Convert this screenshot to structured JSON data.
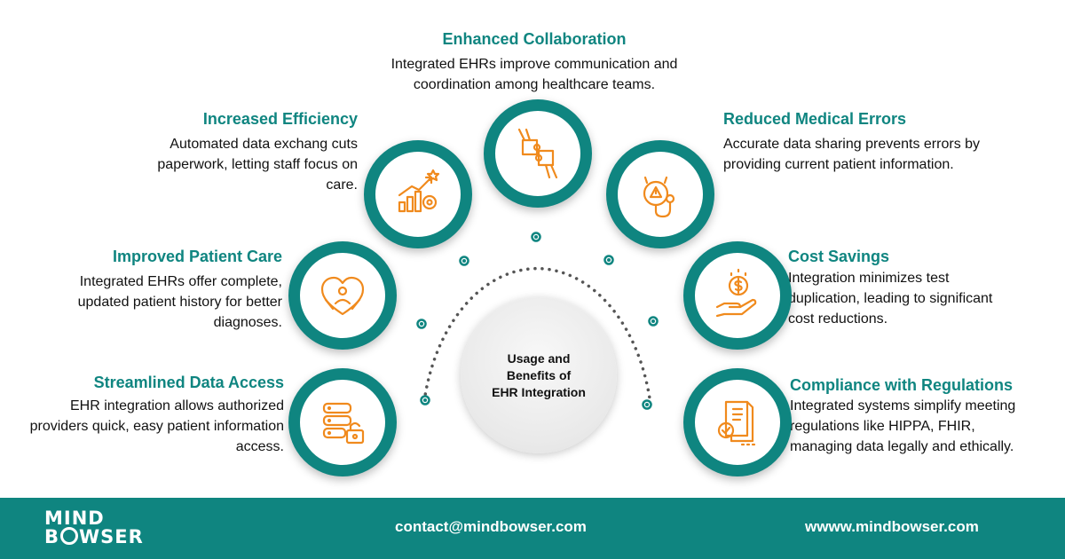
{
  "benefits": {
    "collab": {
      "title": "Enhanced Collaboration",
      "desc": "Integrated EHRs improve communication and coordination among healthcare teams.",
      "icon": "puzzle-hands-icon"
    },
    "efficiency": {
      "title": "Increased Efficiency",
      "desc": "Automated data exchang cuts paperwork, letting staff focus on care.",
      "icon": "growth-chart-icon"
    },
    "errors": {
      "title": "Reduced Medical Errors",
      "desc": "Accurate data sharing prevents errors by providing current patient information.",
      "icon": "stethoscope-warning-icon"
    },
    "care": {
      "title": "Improved Patient Care",
      "desc": "Integrated EHRs offer complete, updated patient history for better diagnoses.",
      "icon": "heart-hands-icon"
    },
    "cost": {
      "title": "Cost Savings",
      "desc": "Integration minimizes test duplication, leading to significant cost reductions.",
      "icon": "coin-hand-icon"
    },
    "access": {
      "title": "Streamlined Data Access",
      "desc": "EHR integration allows authorized providers quick, easy patient information access.",
      "icon": "database-lock-icon"
    },
    "compliance": {
      "title": "Compliance with Regulations",
      "desc": "Integrated systems simplify meeting regulations like HIPPA, FHIR, managing data legally and ethically.",
      "icon": "certificate-icon"
    }
  },
  "center": {
    "line1": "Usage and",
    "line2": "Benefits of",
    "line3": "EHR Integration"
  },
  "footer": {
    "logo_line1": "MIND",
    "logo_line2_a": "B",
    "logo_line2_b": "WSER",
    "email": "contact@mindbowser.com",
    "website": "wwww.mindbowser.com"
  },
  "colors": {
    "teal": "#0f8580",
    "orange": "#f08a1d",
    "text": "#111111"
  }
}
